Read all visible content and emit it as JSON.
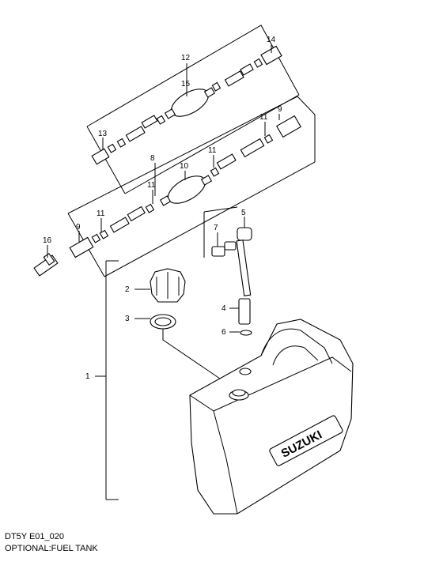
{
  "diagram": {
    "code": "DT5Y E01_020",
    "title": "OPTIONAL:FUEL TANK",
    "brand_mark": "SUZUKI"
  },
  "callouts": {
    "c1": "1",
    "c2": "2",
    "c3": "3",
    "c4": "4",
    "c5": "5",
    "c6": "6",
    "c7": "7",
    "c8": "8",
    "c9a": "9",
    "c9b": "9",
    "c10": "10",
    "c11a": "11",
    "c11b": "11",
    "c11c": "11",
    "c11d": "11",
    "c12": "12",
    "c13": "13",
    "c14": "14",
    "c15": "15",
    "c16": "16"
  }
}
